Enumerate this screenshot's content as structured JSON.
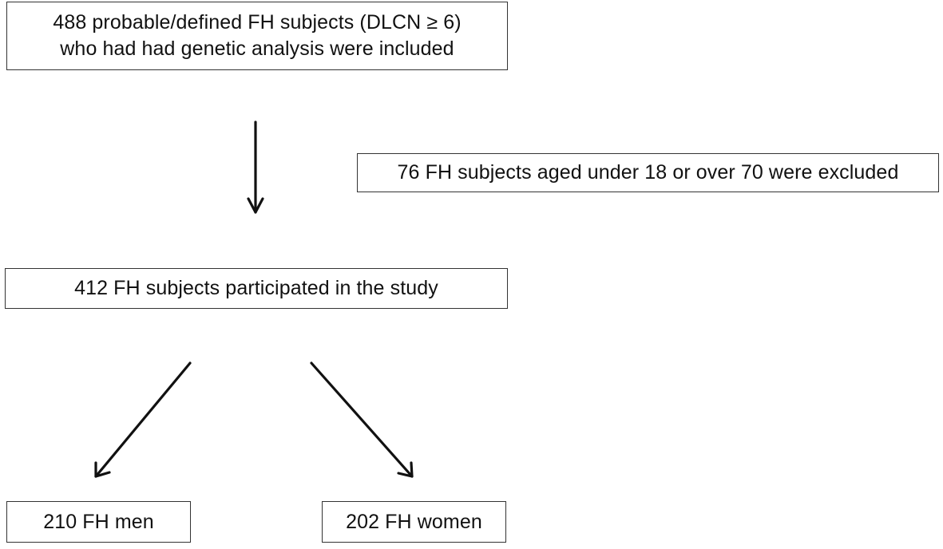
{
  "nodes": {
    "initial": {
      "line1": "488 probable/defined FH subjects (DLCN ≥ 6)",
      "line2": "who had had genetic analysis were included"
    },
    "excluded": "76 FH subjects aged under 18 or over 70 were excluded",
    "participants": "412 FH subjects participated in the study",
    "men": "210 FH men",
    "women": "202 FH women"
  },
  "colors": {
    "border": "#333333",
    "arrow": "#111111",
    "text": "#111111",
    "background": "#ffffff"
  }
}
